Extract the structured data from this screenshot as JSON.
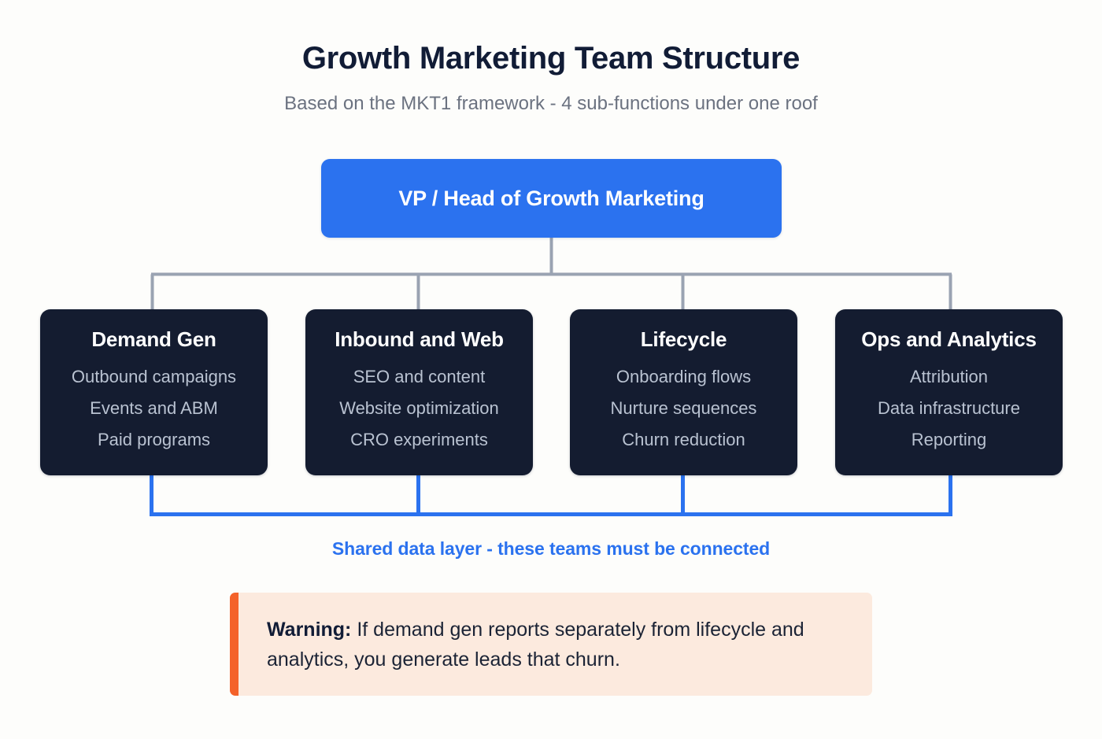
{
  "header": {
    "title": "Growth Marketing Team Structure",
    "subtitle": "Based on the MKT1 framework - 4 sub-functions under one roof"
  },
  "root_node": {
    "label": "VP / Head of Growth Marketing"
  },
  "teams": [
    {
      "title": "Demand Gen",
      "items": [
        "Outbound campaigns",
        "Events and ABM",
        "Paid programs"
      ]
    },
    {
      "title": "Inbound and Web",
      "items": [
        "SEO and content",
        "Website optimization",
        "CRO experiments"
      ]
    },
    {
      "title": "Lifecycle",
      "items": [
        "Onboarding flows",
        "Nurture sequences",
        "Churn reduction"
      ]
    },
    {
      "title": "Ops and Analytics",
      "items": [
        "Attribution",
        "Data infrastructure",
        "Reporting"
      ]
    }
  ],
  "shared_layer": {
    "label": "Shared data layer - these teams must be connected"
  },
  "warning": {
    "label": "Warning:",
    "body": " If demand gen reports separately from lifecycle and analytics, you generate leads that churn."
  },
  "colors": {
    "background": "#fdfdfb",
    "title": "#111c36",
    "subtitle": "#6b7280",
    "accent_blue": "#2b72ef",
    "node_dark": "#141c30",
    "node_item_text": "#b9c2d1",
    "connector_gray": "#9aa3b2",
    "warning_background": "#fceade",
    "warning_accent": "#f4622a"
  }
}
